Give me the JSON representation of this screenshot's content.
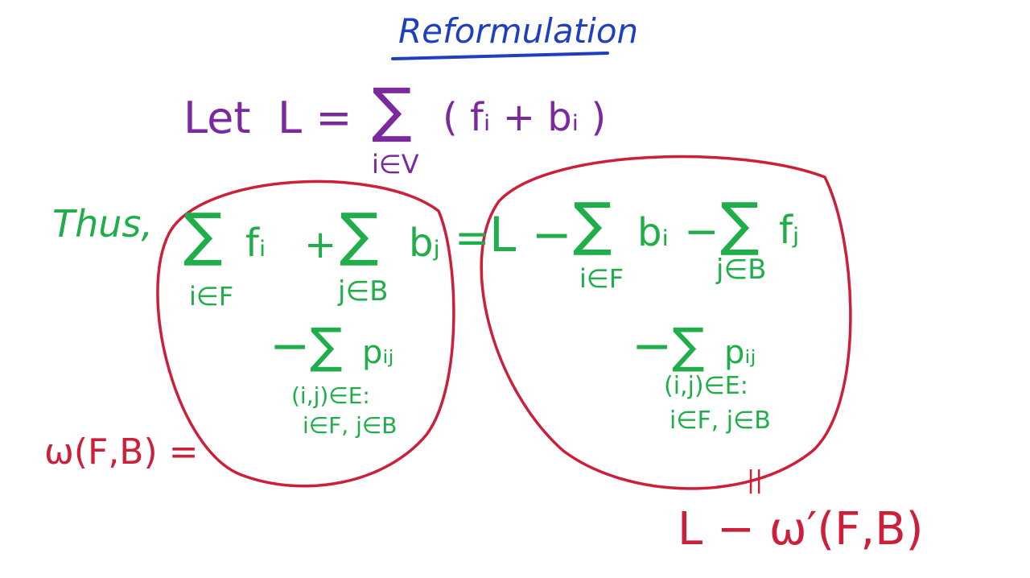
{
  "title": "Reformulation",
  "definition": {
    "prefix": "Let",
    "lhs": "L =",
    "sigma": "∑",
    "body": "( fᵢ + bᵢ )",
    "subscript": "i∈V"
  },
  "thus_label": "Thus,",
  "left_side": {
    "sigma1": "∑",
    "term1": "fᵢ",
    "sub1": "i∈F",
    "plus": "+",
    "sigma2": "∑",
    "term2": "bⱼ",
    "sub2": "j∈B",
    "minus_sigma": "−∑",
    "pterm": "pᵢⱼ",
    "psub1": "(i,j)∈E:",
    "psub2": "i∈F, j∈B"
  },
  "equals": "=",
  "right_side": {
    "lead": "L −",
    "sigma1": "∑",
    "term1": "bᵢ",
    "sub1": "i∈F",
    "minus": "−",
    "sigma2": "∑",
    "term2": "fⱼ",
    "sub2": "j∈B",
    "minus_sigma": "−∑",
    "pterm": "pᵢⱼ",
    "psub1": "(i,j)∈E:",
    "psub2": "i∈F, j∈B"
  },
  "left_annotation": "ω(F,B) =",
  "right_annotation": {
    "equals_mark": "||",
    "text": "L − ω′(F,B)"
  },
  "colors": {
    "title": "#1f3fbf",
    "definition": "#7a2a9e",
    "math": "#1fae4a",
    "annotation": "#cc1f3a"
  }
}
